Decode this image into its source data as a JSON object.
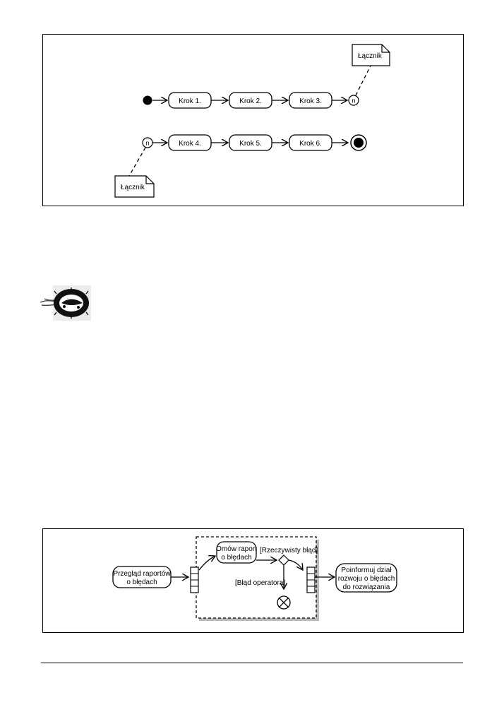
{
  "figure1": {
    "steps": [
      "Krok 1.",
      "Krok 2.",
      "Krok 3.",
      "Krok 4.",
      "Krok 5.",
      "Krok 6."
    ],
    "connector_label": "n",
    "note_top": "Łącznik",
    "note_bottom": "Łącznik"
  },
  "figure2": {
    "review": [
      "Przegląd raportów",
      "o błędach"
    ],
    "discuss": [
      "Omów raport",
      "o błędach"
    ],
    "guard_real": "[Rzeczywisty błąd]",
    "guard_operator": "[Błąd operatora]",
    "inform": [
      "Poinformuj dział",
      "rozwoju o błędach",
      "do rozwiązania"
    ]
  },
  "icons": {
    "warning": "trap-warning-icon"
  }
}
